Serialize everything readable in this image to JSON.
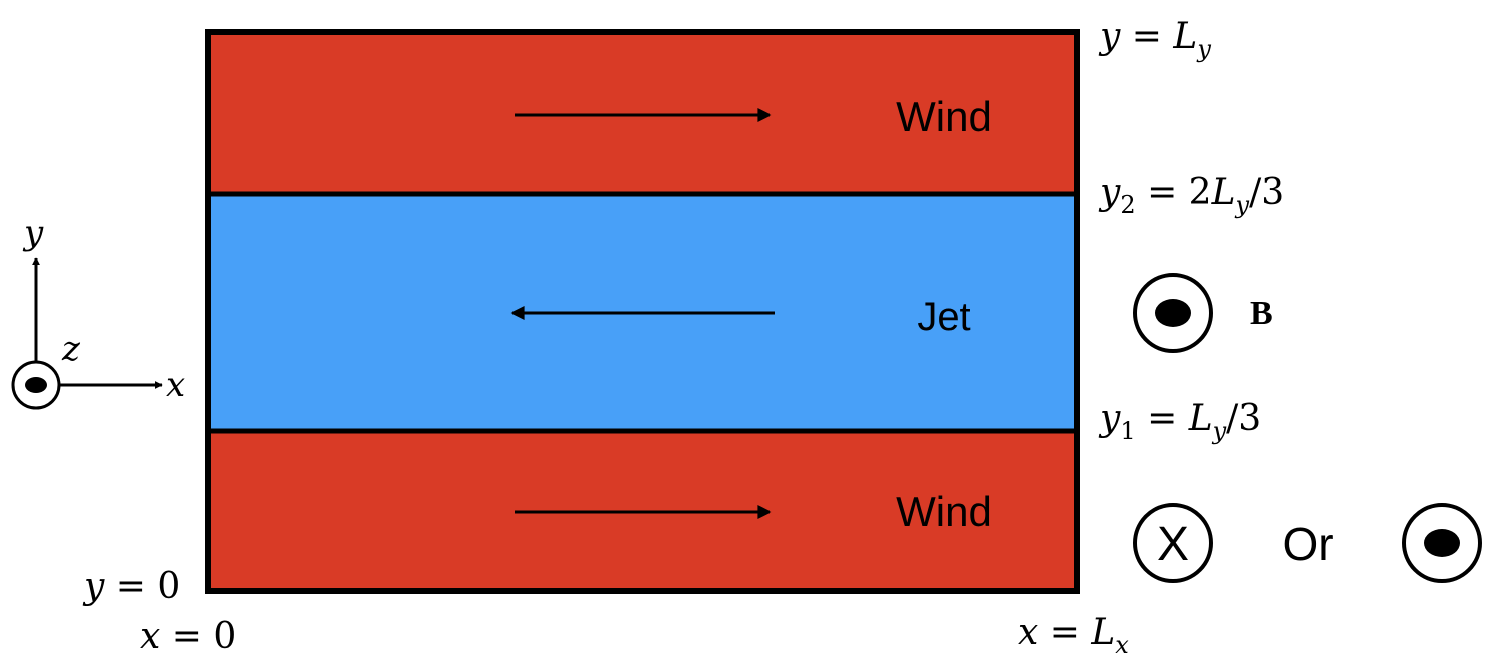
{
  "colors": {
    "wind": "#d93b26",
    "jet": "#48a0f8",
    "stroke": "#000000"
  },
  "regions": {
    "wind_top": "Wind",
    "jet": "Jet",
    "wind_bottom": "Wind"
  },
  "labels": {
    "y_top": {
      "lhs": "y",
      "eq": " = ",
      "rhs": "L",
      "rhs_sub": "y"
    },
    "y2": {
      "lhs": "y",
      "lhs_sub": "2",
      "eq": " = 2",
      "rhs": "L",
      "rhs_sub": "y",
      "tail": "/3"
    },
    "y1": {
      "lhs": "y",
      "lhs_sub": "1",
      "eq": " = ",
      "rhs": "L",
      "rhs_sub": "y",
      "tail": "/3"
    },
    "y0": {
      "lhs": "y",
      "eq": " = 0"
    },
    "x0": {
      "lhs": "x",
      "eq": " = 0"
    },
    "xL": {
      "lhs": "x",
      "eq": " = ",
      "rhs": "L",
      "rhs_sub": "x"
    }
  },
  "axes": {
    "y": "y",
    "x": "x",
    "z": "z"
  },
  "field": {
    "label": "B",
    "x_symbol": "X",
    "or": "Or"
  },
  "icons": {
    "axis_z": "dot-in-circle-icon",
    "field_main": "dot-in-circle-icon",
    "field_into": "cross-in-circle-icon",
    "field_out": "dot-in-circle-icon"
  }
}
